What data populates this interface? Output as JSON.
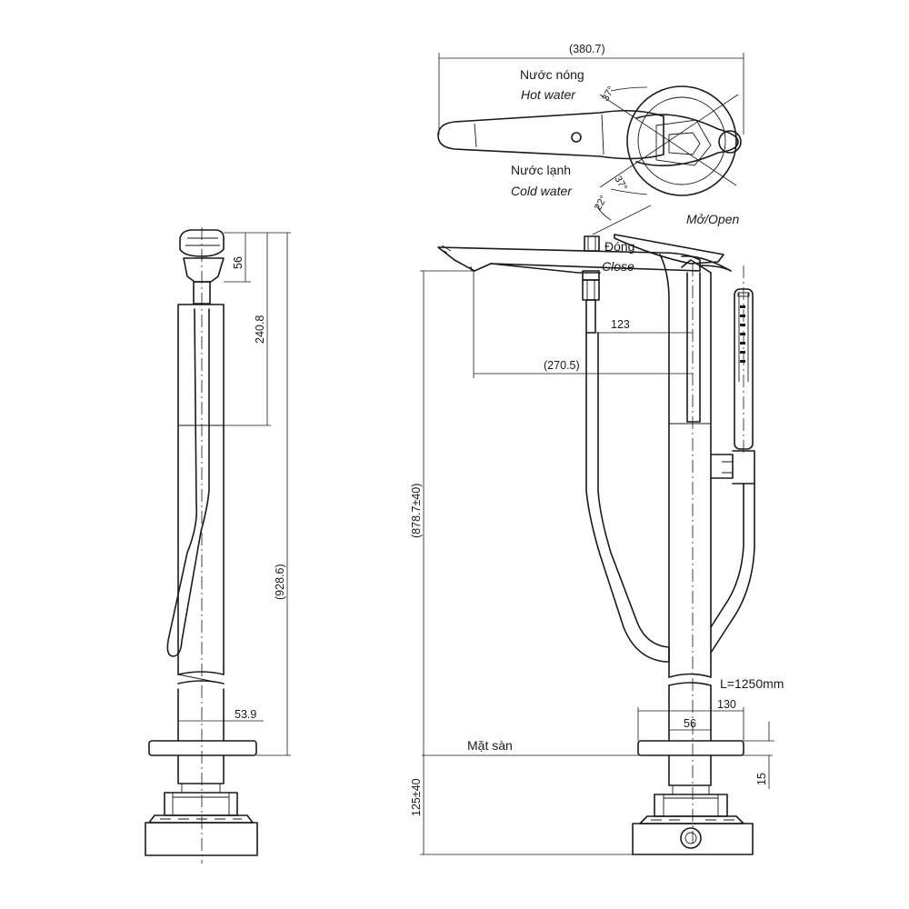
{
  "labels": {
    "hot_vi": "Nước nóng",
    "hot_en": "Hot water",
    "cold_vi": "Nước lạnh",
    "cold_en": "Cold water",
    "open": "Mở/Open",
    "close_vi": "Đóng",
    "close_en": "Close",
    "floor": "Mặt sàn",
    "hose_length": "L=1250mm"
  },
  "dimensions": {
    "top_width": "(380.7)",
    "angle_hot": "37°",
    "angle_cold": "37°",
    "angle_open": "22°",
    "handle_height": "56",
    "upper_body": "240.8",
    "total_height": "(928.6)",
    "pipe_dia": "53.9",
    "spout_reach": "(270.5)",
    "handle_offset": "123",
    "height_above_floor": "(878.7±40)",
    "below_floor": "125±40",
    "base_width": "130",
    "base_inner": "56",
    "base_thickness": "15"
  },
  "colors": {
    "line": "#1a1a1a",
    "background": "#ffffff"
  }
}
